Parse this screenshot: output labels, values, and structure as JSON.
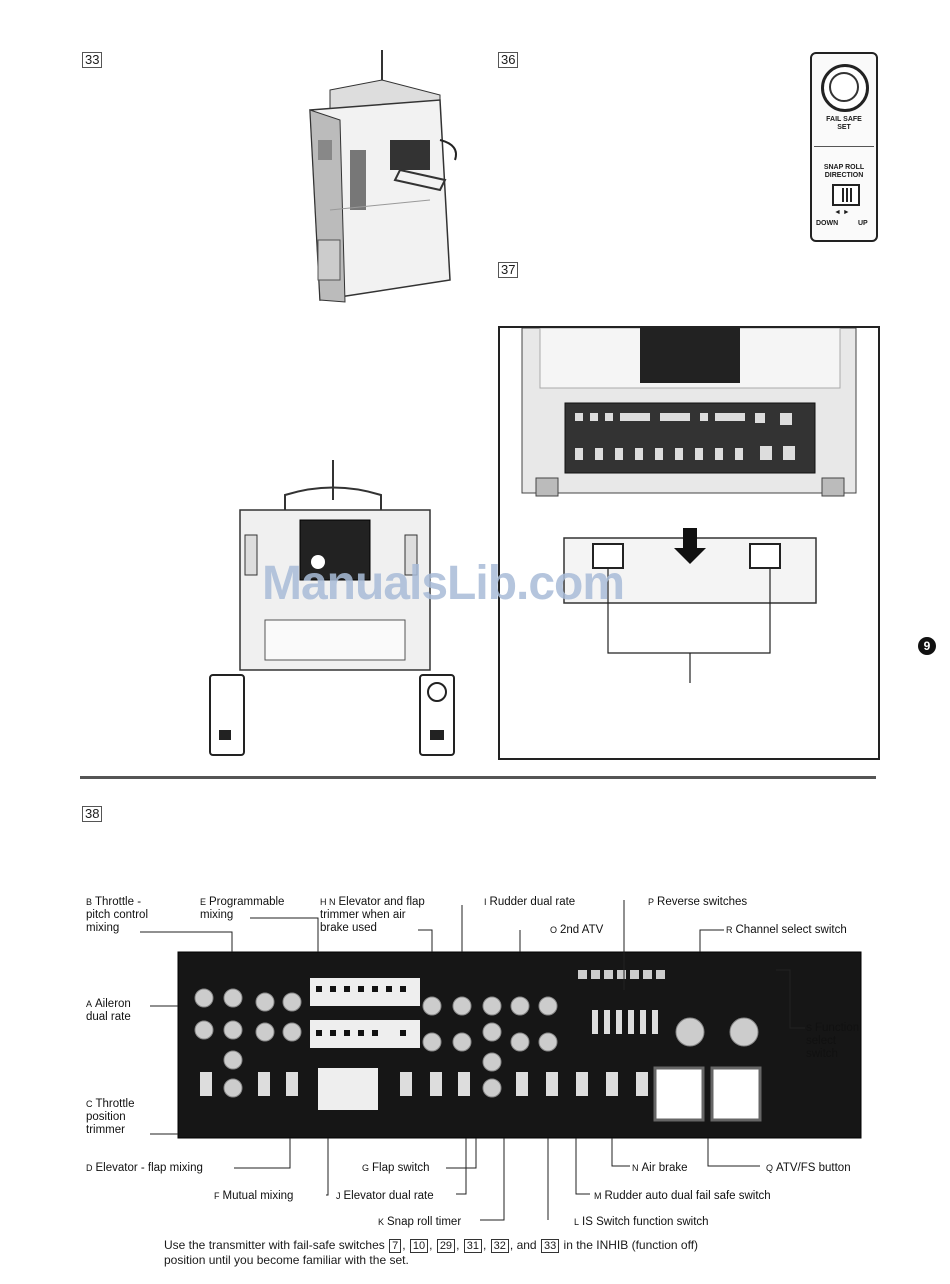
{
  "figures": {
    "fig33": "33",
    "fig36": "36",
    "fig37": "37",
    "fig38": "38"
  },
  "fail_safe_panel": {
    "set_label": "FAIL SAFE\nSET",
    "snaproll_label": "SNAP ROLL\nDIRECTION",
    "down": "DOWN",
    "up": "UP"
  },
  "watermark": "ManualsLib.com",
  "page_number": "9",
  "callouts": {
    "B": {
      "letter": "B",
      "text": "Throttle -\npitch control\nmixing"
    },
    "E": {
      "letter": "E",
      "text": "Programmable\nmixing"
    },
    "HN": {
      "letter": "H N",
      "text": "Elevator and flap\ntrimmer when air\nbrake used"
    },
    "I": {
      "letter": "I",
      "text": "Rudder dual rate"
    },
    "O": {
      "letter": "O",
      "text": "2nd ATV"
    },
    "P": {
      "letter": "P",
      "text": "Reverse switches"
    },
    "R": {
      "letter": "R",
      "text": "Channel select switch"
    },
    "A": {
      "letter": "A",
      "text": "Aileron\ndual rate"
    },
    "S": {
      "letter": "S",
      "text": "Function\nselect\nswitch"
    },
    "C": {
      "letter": "C",
      "text": "Throttle\nposition\ntrimmer"
    },
    "D": {
      "letter": "D",
      "text": "Elevator - flap mixing"
    },
    "G": {
      "letter": "G",
      "text": "Flap switch"
    },
    "N": {
      "letter": "N",
      "text": "Air brake"
    },
    "Q": {
      "letter": "Q",
      "text": "ATV/FS button"
    },
    "F": {
      "letter": "F",
      "text": "Mutual mixing"
    },
    "J": {
      "letter": "J",
      "text": "Elevator dual rate"
    },
    "M": {
      "letter": "M",
      "text": "Rudder auto dual fail safe switch"
    },
    "K": {
      "letter": "K",
      "text": "Snap roll timer"
    },
    "L": {
      "letter": "L",
      "text": "IS Switch function switch"
    }
  },
  "footer": {
    "pre": "Use the transmitter with fail-safe switches",
    "nums": [
      "7",
      "10",
      "29",
      "31",
      "32"
    ],
    "and": "and",
    "last": "33",
    "post": "in the INHIB (function off)",
    "line2": "position until you become familiar with the set."
  }
}
